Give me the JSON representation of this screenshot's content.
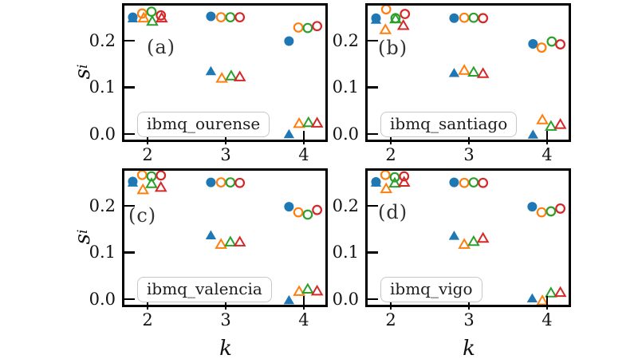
{
  "figure": {
    "background": "#ffffff",
    "xlabel": "k",
    "ylabel_main": "s",
    "ylabel_sub": "i",
    "colors": {
      "blue": "#1f77b4",
      "orange": "#ff7f0e",
      "green": "#2ca02c",
      "red": "#d62728"
    },
    "axes": {
      "xlim": [
        1.703,
        4.276
      ],
      "ylim": [
        -0.012,
        0.275
      ],
      "xticks": {
        "values": [
          2,
          3,
          4
        ],
        "labels": [
          "2",
          "3",
          "4"
        ]
      },
      "yticks": {
        "values": [
          0.0,
          0.1,
          0.2
        ],
        "labels": [
          "0.0",
          "0.1",
          "0.2"
        ]
      },
      "grid": false,
      "legend": "none",
      "tick_direction": "in"
    }
  },
  "chart_data": [
    {
      "type": "scatter",
      "panel_label": "(a)",
      "device_label": "ibmq_ourense",
      "series": [
        {
          "name": "blue-filled-circle",
          "marker": "circle",
          "filled": true,
          "color": "#1f77b4",
          "points": [
            [
              1.81,
              0.25
            ],
            [
              2.81,
              0.252
            ],
            [
              3.81,
              0.199
            ]
          ]
        },
        {
          "name": "orange-open-circle",
          "marker": "circle",
          "filled": false,
          "color": "#ff7f0e",
          "points": [
            [
              1.93,
              0.258
            ],
            [
              2.94,
              0.25
            ],
            [
              3.93,
              0.228
            ]
          ]
        },
        {
          "name": "green-open-circle",
          "marker": "circle",
          "filled": false,
          "color": "#2ca02c",
          "points": [
            [
              2.05,
              0.262
            ],
            [
              3.06,
              0.25
            ],
            [
              4.05,
              0.227
            ]
          ]
        },
        {
          "name": "red-open-circle",
          "marker": "circle",
          "filled": false,
          "color": "#d62728",
          "points": [
            [
              2.17,
              0.254
            ],
            [
              3.18,
              0.25
            ],
            [
              4.17,
              0.231
            ]
          ]
        },
        {
          "name": "blue-filled-triangle",
          "marker": "triangle",
          "filled": true,
          "color": "#1f77b4",
          "points": [
            [
              1.81,
              0.246
            ],
            [
              2.81,
              0.133
            ],
            [
              3.81,
              -0.002
            ]
          ]
        },
        {
          "name": "orange-open-triangle",
          "marker": "triangle",
          "filled": false,
          "color": "#ff7f0e",
          "points": [
            [
              1.95,
              0.247
            ],
            [
              2.95,
              0.118
            ],
            [
              3.94,
              0.021
            ]
          ]
        },
        {
          "name": "green-open-triangle",
          "marker": "triangle",
          "filled": false,
          "color": "#2ca02c",
          "points": [
            [
              2.06,
              0.24
            ],
            [
              3.07,
              0.123
            ],
            [
              4.06,
              0.023
            ]
          ]
        },
        {
          "name": "red-open-triangle",
          "marker": "triangle",
          "filled": false,
          "color": "#d62728",
          "points": [
            [
              2.18,
              0.247
            ],
            [
              3.18,
              0.121
            ],
            [
              4.17,
              0.022
            ]
          ]
        }
      ]
    },
    {
      "type": "scatter",
      "panel_label": "(b)",
      "device_label": "ibmq_santiago",
      "series": [
        {
          "name": "blue-filled-circle",
          "marker": "circle",
          "filled": true,
          "color": "#1f77b4",
          "points": [
            [
              1.81,
              0.248
            ],
            [
              2.81,
              0.248
            ],
            [
              3.82,
              0.193
            ]
          ]
        },
        {
          "name": "orange-open-circle",
          "marker": "circle",
          "filled": false,
          "color": "#ff7f0e",
          "points": [
            [
              1.94,
              0.267
            ],
            [
              2.94,
              0.249
            ],
            [
              3.93,
              0.185
            ]
          ]
        },
        {
          "name": "green-open-circle",
          "marker": "circle",
          "filled": false,
          "color": "#2ca02c",
          "points": [
            [
              2.06,
              0.248
            ],
            [
              3.06,
              0.249
            ],
            [
              4.06,
              0.198
            ]
          ]
        },
        {
          "name": "red-open-circle",
          "marker": "circle",
          "filled": false,
          "color": "#d62728",
          "points": [
            [
              2.18,
              0.257
            ],
            [
              3.18,
              0.248
            ],
            [
              4.17,
              0.192
            ]
          ]
        },
        {
          "name": "blue-filled-triangle",
          "marker": "triangle",
          "filled": true,
          "color": "#1f77b4",
          "points": [
            [
              1.81,
              0.243
            ],
            [
              2.81,
              0.129
            ],
            [
              3.82,
              -0.003
            ]
          ]
        },
        {
          "name": "orange-open-triangle",
          "marker": "triangle",
          "filled": false,
          "color": "#ff7f0e",
          "points": [
            [
              1.93,
              0.222
            ],
            [
              2.94,
              0.135
            ],
            [
              3.94,
              0.029
            ]
          ]
        },
        {
          "name": "green-open-triangle",
          "marker": "triangle",
          "filled": false,
          "color": "#2ca02c",
          "points": [
            [
              2.06,
              0.245
            ],
            [
              3.06,
              0.131
            ],
            [
              4.05,
              0.015
            ]
          ]
        },
        {
          "name": "red-open-triangle",
          "marker": "triangle",
          "filled": false,
          "color": "#d62728",
          "points": [
            [
              2.16,
              0.231
            ],
            [
              3.18,
              0.128
            ],
            [
              4.17,
              0.019
            ]
          ]
        }
      ]
    },
    {
      "type": "scatter",
      "panel_label": "(c)",
      "device_label": "ibmq_valencia",
      "series": [
        {
          "name": "blue-filled-circle",
          "marker": "circle",
          "filled": true,
          "color": "#1f77b4",
          "points": [
            [
              1.81,
              0.252
            ],
            [
              2.81,
              0.25
            ],
            [
              3.81,
              0.198
            ]
          ]
        },
        {
          "name": "orange-open-circle",
          "marker": "circle",
          "filled": false,
          "color": "#ff7f0e",
          "points": [
            [
              1.93,
              0.266
            ],
            [
              2.94,
              0.25
            ],
            [
              3.93,
              0.186
            ]
          ]
        },
        {
          "name": "green-open-circle",
          "marker": "circle",
          "filled": false,
          "color": "#2ca02c",
          "points": [
            [
              2.05,
              0.263
            ],
            [
              3.06,
              0.25
            ],
            [
              4.05,
              0.181
            ]
          ]
        },
        {
          "name": "red-open-circle",
          "marker": "circle",
          "filled": false,
          "color": "#d62728",
          "points": [
            [
              2.17,
              0.265
            ],
            [
              3.18,
              0.249
            ],
            [
              4.17,
              0.191
            ]
          ]
        },
        {
          "name": "blue-filled-triangle",
          "marker": "triangle",
          "filled": true,
          "color": "#1f77b4",
          "points": [
            [
              1.81,
              0.248
            ],
            [
              2.81,
              0.135
            ],
            [
              3.81,
              -0.004
            ]
          ]
        },
        {
          "name": "orange-open-triangle",
          "marker": "triangle",
          "filled": false,
          "color": "#ff7f0e",
          "points": [
            [
              1.94,
              0.233
            ],
            [
              2.94,
              0.116
            ],
            [
              3.94,
              0.015
            ]
          ]
        },
        {
          "name": "green-open-triangle",
          "marker": "triangle",
          "filled": false,
          "color": "#2ca02c",
          "points": [
            [
              2.05,
              0.246
            ],
            [
              3.06,
              0.121
            ],
            [
              4.05,
              0.02
            ]
          ]
        },
        {
          "name": "red-open-triangle",
          "marker": "triangle",
          "filled": false,
          "color": "#d62728",
          "points": [
            [
              2.17,
              0.238
            ],
            [
              3.18,
              0.121
            ],
            [
              4.17,
              0.016
            ]
          ]
        }
      ]
    },
    {
      "type": "scatter",
      "panel_label": "(d)",
      "device_label": "ibmq_vigo",
      "series": [
        {
          "name": "blue-filled-circle",
          "marker": "circle",
          "filled": true,
          "color": "#1f77b4",
          "points": [
            [
              1.81,
              0.251
            ],
            [
              2.81,
              0.25
            ],
            [
              3.81,
              0.198
            ]
          ]
        },
        {
          "name": "orange-open-circle",
          "marker": "circle",
          "filled": false,
          "color": "#ff7f0e",
          "points": [
            [
              1.93,
              0.266
            ],
            [
              2.94,
              0.249
            ],
            [
              3.93,
              0.186
            ]
          ]
        },
        {
          "name": "green-open-circle",
          "marker": "circle",
          "filled": false,
          "color": "#2ca02c",
          "points": [
            [
              2.05,
              0.261
            ],
            [
              3.06,
              0.25
            ],
            [
              4.05,
              0.188
            ]
          ]
        },
        {
          "name": "red-open-circle",
          "marker": "circle",
          "filled": false,
          "color": "#d62728",
          "points": [
            [
              2.17,
              0.263
            ],
            [
              3.18,
              0.249
            ],
            [
              4.17,
              0.194
            ]
          ]
        },
        {
          "name": "blue-filled-triangle",
          "marker": "triangle",
          "filled": true,
          "color": "#1f77b4",
          "points": [
            [
              1.81,
              0.248
            ],
            [
              2.81,
              0.134
            ],
            [
              3.81,
              0.0
            ]
          ]
        },
        {
          "name": "orange-open-triangle",
          "marker": "triangle",
          "filled": false,
          "color": "#ff7f0e",
          "points": [
            [
              1.94,
              0.235
            ],
            [
              2.94,
              0.116
            ],
            [
              3.94,
              -0.005
            ]
          ]
        },
        {
          "name": "green-open-triangle",
          "marker": "triangle",
          "filled": false,
          "color": "#2ca02c",
          "points": [
            [
              2.05,
              0.247
            ],
            [
              3.06,
              0.122
            ],
            [
              4.05,
              0.012
            ]
          ]
        },
        {
          "name": "red-open-triangle",
          "marker": "triangle",
          "filled": false,
          "color": "#d62728",
          "points": [
            [
              2.17,
              0.249
            ],
            [
              3.18,
              0.129
            ],
            [
              4.17,
              0.013
            ]
          ]
        }
      ]
    }
  ]
}
